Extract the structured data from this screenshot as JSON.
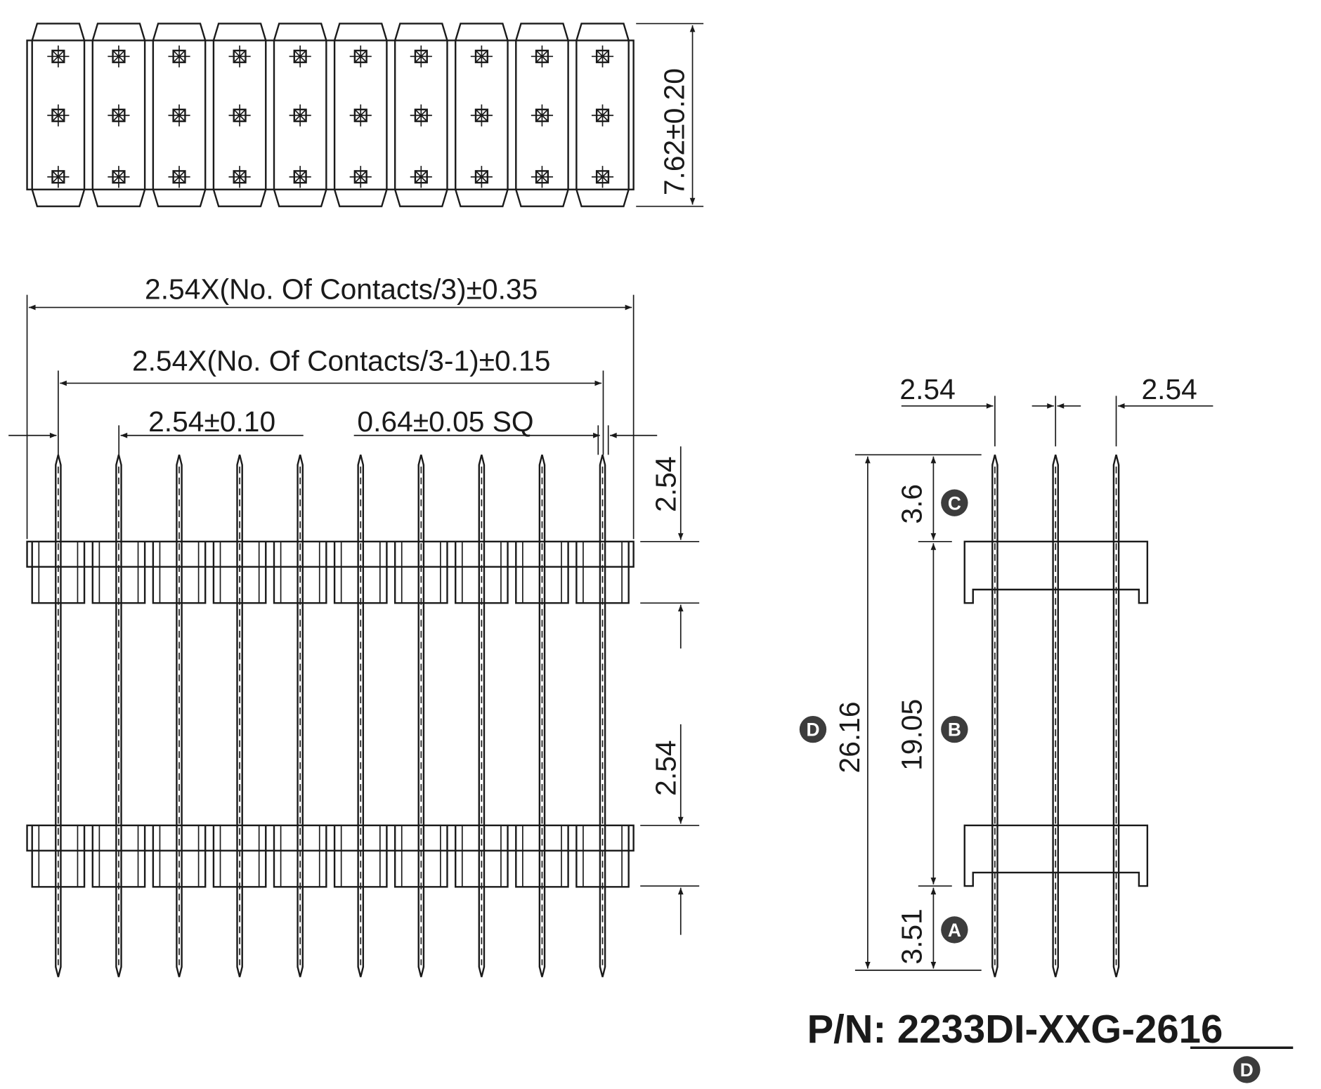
{
  "drawing": {
    "contacts_per_row": 10,
    "side_view_pins": 3,
    "top_view": {
      "width_dim": "7.62±0.20"
    },
    "front_view": {
      "overall_dim": "2.54X(No. Of Contacts/3)±0.35",
      "pitch_span_dim": "2.54X(No. Of Contacts/3-1)±0.15",
      "pitch_dim": "2.54±0.10",
      "pin_size_dim": "0.64±0.05 SQ",
      "upper_offset_dim": "2.54",
      "lower_offset_dim": "2.54"
    },
    "side_view": {
      "pitch_left_dim": "2.54",
      "pitch_right_dim": "2.54",
      "top_length_dim": "3.6",
      "middle_length_dim": "19.05",
      "bottom_length_dim": "3.51",
      "overall_length_dim": "26.16",
      "callout_a": "A",
      "callout_b": "B",
      "callout_c": "C",
      "callout_d": "D"
    },
    "part_number": {
      "prefix": "P/N: 2233DI-XXG-",
      "length_code": "2616",
      "callout": "D"
    }
  }
}
